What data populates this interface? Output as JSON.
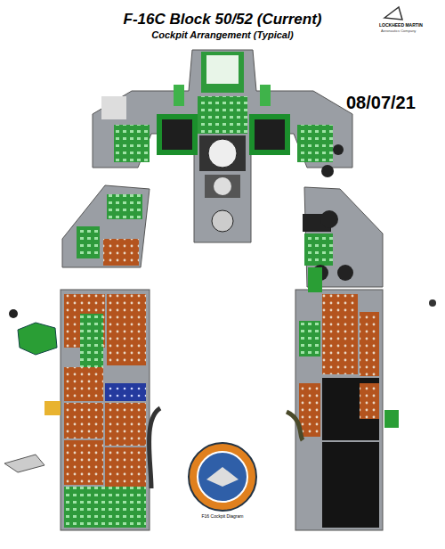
{
  "diagram": {
    "title": "F-16C Block 50/52 (Current)",
    "labels": [
      "Cockpit Arrangement (Typical)",
      "08/07/21",
      "LOCKHEED MARTIN",
      "Aeronautics Company",
      "F16 Cockpit Diagram"
    ]
  }
}
